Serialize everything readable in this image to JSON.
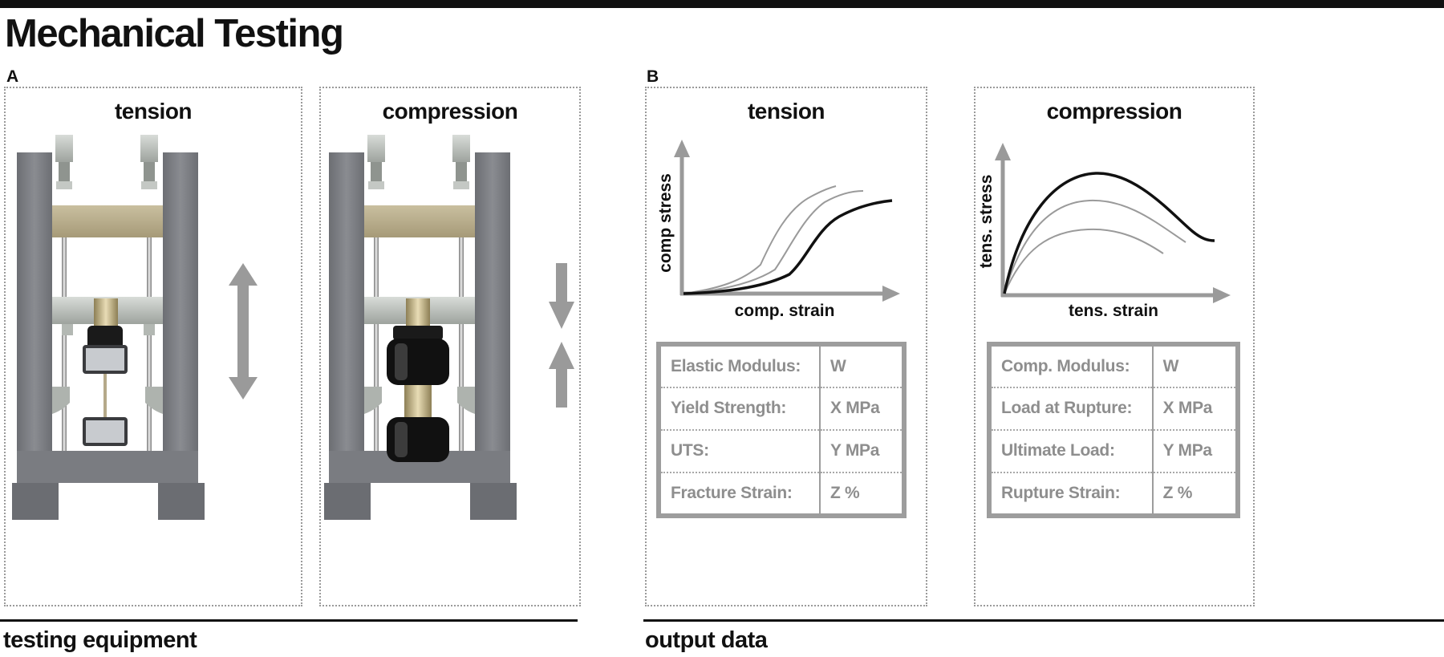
{
  "title": "Mechanical Testing",
  "panel_a": {
    "letter": "A",
    "footer": "testing equipment",
    "tension_label": "tension",
    "compression_label": "compression"
  },
  "panel_b": {
    "letter": "B",
    "footer": "output data",
    "tension": {
      "label": "tension",
      "ylabel": "comp stress",
      "xlabel": "comp. strain",
      "rows": [
        {
          "name": "Elastic Modulus:",
          "value": "W"
        },
        {
          "name": "Yield Strength:",
          "value": "X MPa"
        },
        {
          "name": "UTS:",
          "value": "Y MPa"
        },
        {
          "name": "Fracture Strain:",
          "value": "Z %"
        }
      ]
    },
    "compression": {
      "label": "compression",
      "ylabel": "tens. stress",
      "xlabel": "tens. strain",
      "rows": [
        {
          "name": "Comp. Modulus:",
          "value": "W"
        },
        {
          "name": "Load at Rupture:",
          "value": "X MPa"
        },
        {
          "name": "Ultimate Load:",
          "value": "Y MPa"
        },
        {
          "name": "Rupture Strain:",
          "value": "Z %"
        }
      ]
    }
  },
  "colors": {
    "frame": "#7d7f84",
    "crosshead": "#b6ab8c",
    "arrow": "#9a9a9a",
    "table_border": "#9d9d9d",
    "table_text": "#8e8e8e"
  }
}
